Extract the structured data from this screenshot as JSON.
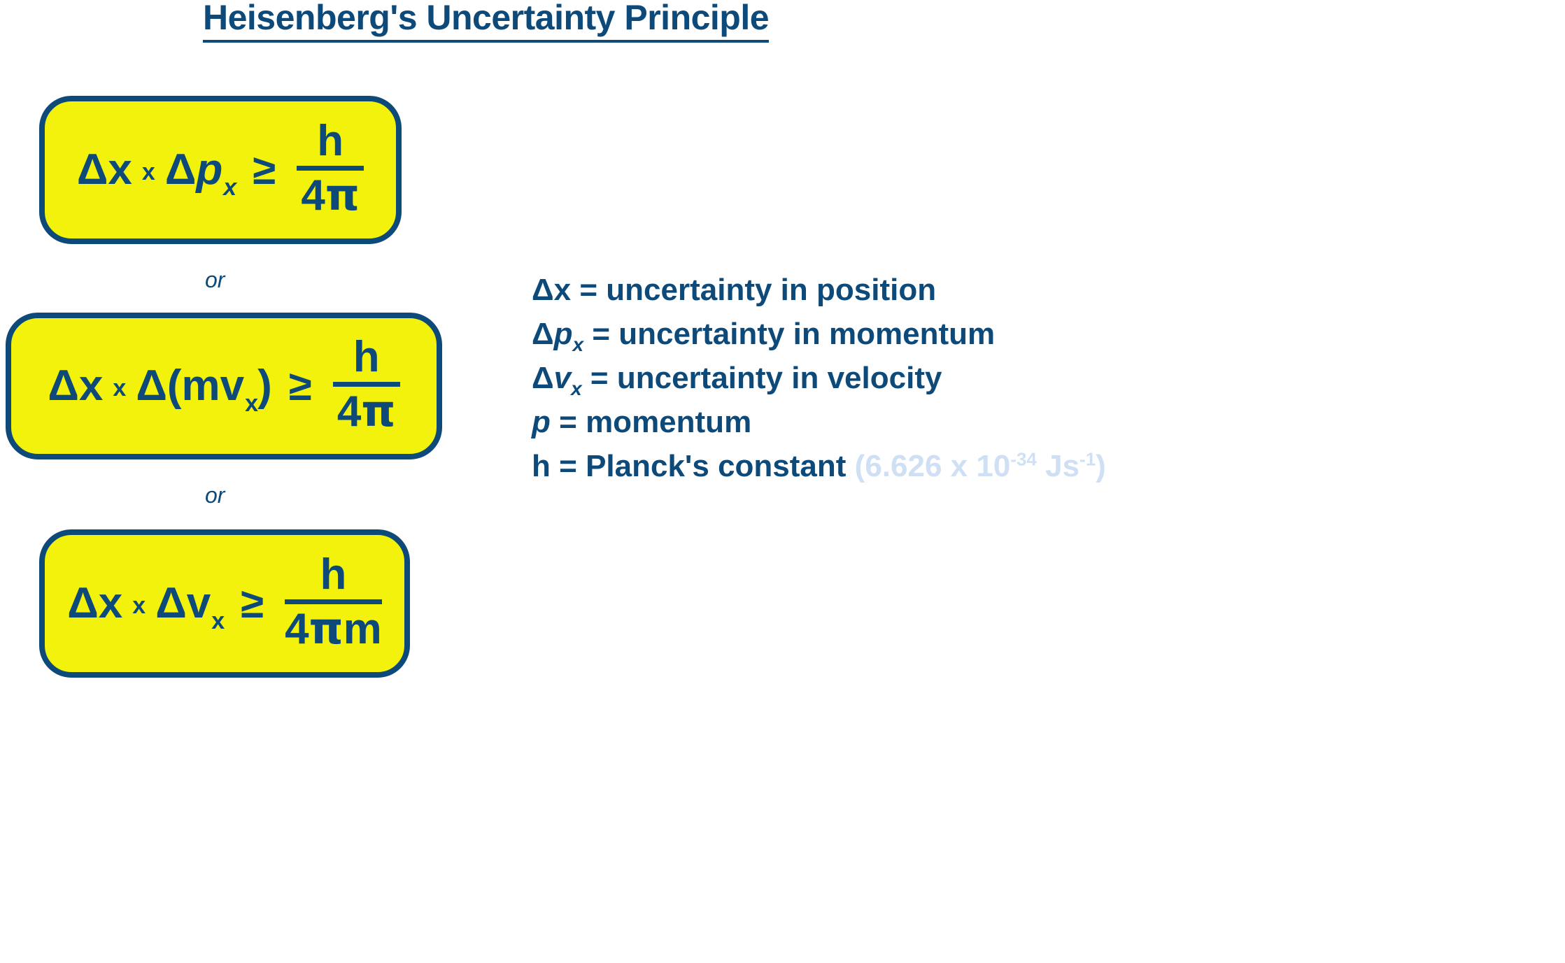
{
  "title": {
    "text": "Heisenberg's Uncertainty Principle"
  },
  "colors": {
    "ink": "#0d4a7a",
    "box_fill": "#f2f20d",
    "box_border": "#0d4a7a",
    "value_light": "#cfe0f5",
    "background": "#ffffff"
  },
  "connectors": {
    "or_1": "or",
    "or_2": "or"
  },
  "formulas": [
    {
      "id": "formula-momentum",
      "delta_x": "Δx",
      "times": "x",
      "second_term_delta": "Δ",
      "second_term_symbol": "p",
      "second_term_sub": "x",
      "relation": "≥",
      "numerator": "h",
      "denominator_coeff": "4",
      "denominator_pi": "π",
      "denominator_tail": "",
      "plain": "Δx x Δpₓ ≥ h/4π"
    },
    {
      "id": "formula-mass-velocity",
      "delta_x": "Δx",
      "times": "x",
      "second_term_delta": "Δ(",
      "second_term_symbol": "mv",
      "second_term_sub": "x",
      "second_term_close": ")",
      "relation": "≥",
      "numerator": "h",
      "denominator_coeff": "4",
      "denominator_pi": "π",
      "denominator_tail": "",
      "plain": "Δx x Δ(mvₓ) ≥ h/4π"
    },
    {
      "id": "formula-velocity",
      "delta_x": "Δx",
      "times": "x",
      "second_term_delta": "Δ",
      "second_term_symbol": "v",
      "second_term_sub": "x",
      "relation": "≥",
      "numerator": "h",
      "denominator_coeff": "4",
      "denominator_pi": "π",
      "denominator_tail": "m",
      "plain": "Δx x Δvₓ ≥ h/4πm"
    }
  ],
  "legend": [
    {
      "symbol": "Δx",
      "symbol_sub": "",
      "equals": "=",
      "definition": "uncertainty in position",
      "value": ""
    },
    {
      "symbol": "Δp",
      "symbol_sub": "x",
      "equals": "=",
      "definition": "uncertainty in momentum",
      "value": ""
    },
    {
      "symbol": "Δv",
      "symbol_sub": "x",
      "equals": "=",
      "definition": "uncertainty in velocity",
      "value": ""
    },
    {
      "symbol": "p",
      "symbol_sub": "",
      "equals": "=",
      "definition": "momentum",
      "value": ""
    },
    {
      "symbol": "h",
      "symbol_sub": "",
      "equals": "=",
      "definition": "Planck's constant",
      "value_prefix": "(6.626 x 10",
      "value_exp": "-34",
      "value_mid": " Js",
      "value_exp2": "-1",
      "value_suffix": ")"
    }
  ]
}
